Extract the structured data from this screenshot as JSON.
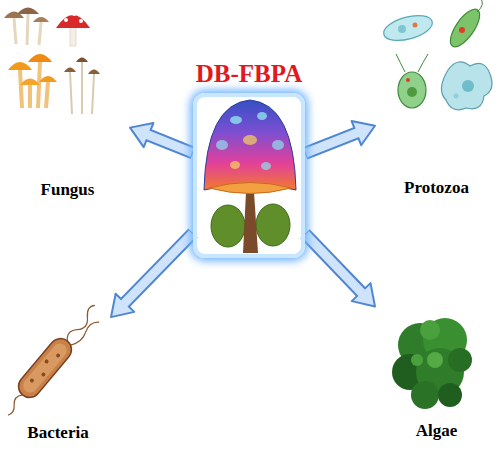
{
  "diagram": {
    "nodes": [
      {
        "text": [
          "DB-FBPA"
        ]
      },
      {
        "text": [
          "Fungus"
        ]
      },
      {
        "text": [
          "Protozoa"
        ]
      },
      {
        "text": [
          "Bacteria"
        ]
      },
      {
        "text": [
          "Algae"
        ]
      }
    ],
    "edges": [
      {
        "from": 0,
        "to": 1,
        "arrow": "to"
      },
      {
        "from": 0,
        "to": 2,
        "arrow": "to"
      },
      {
        "from": 0,
        "to": 3,
        "arrow": "to"
      },
      {
        "from": 0,
        "to": 4,
        "arrow": "to"
      }
    ]
  }
}
